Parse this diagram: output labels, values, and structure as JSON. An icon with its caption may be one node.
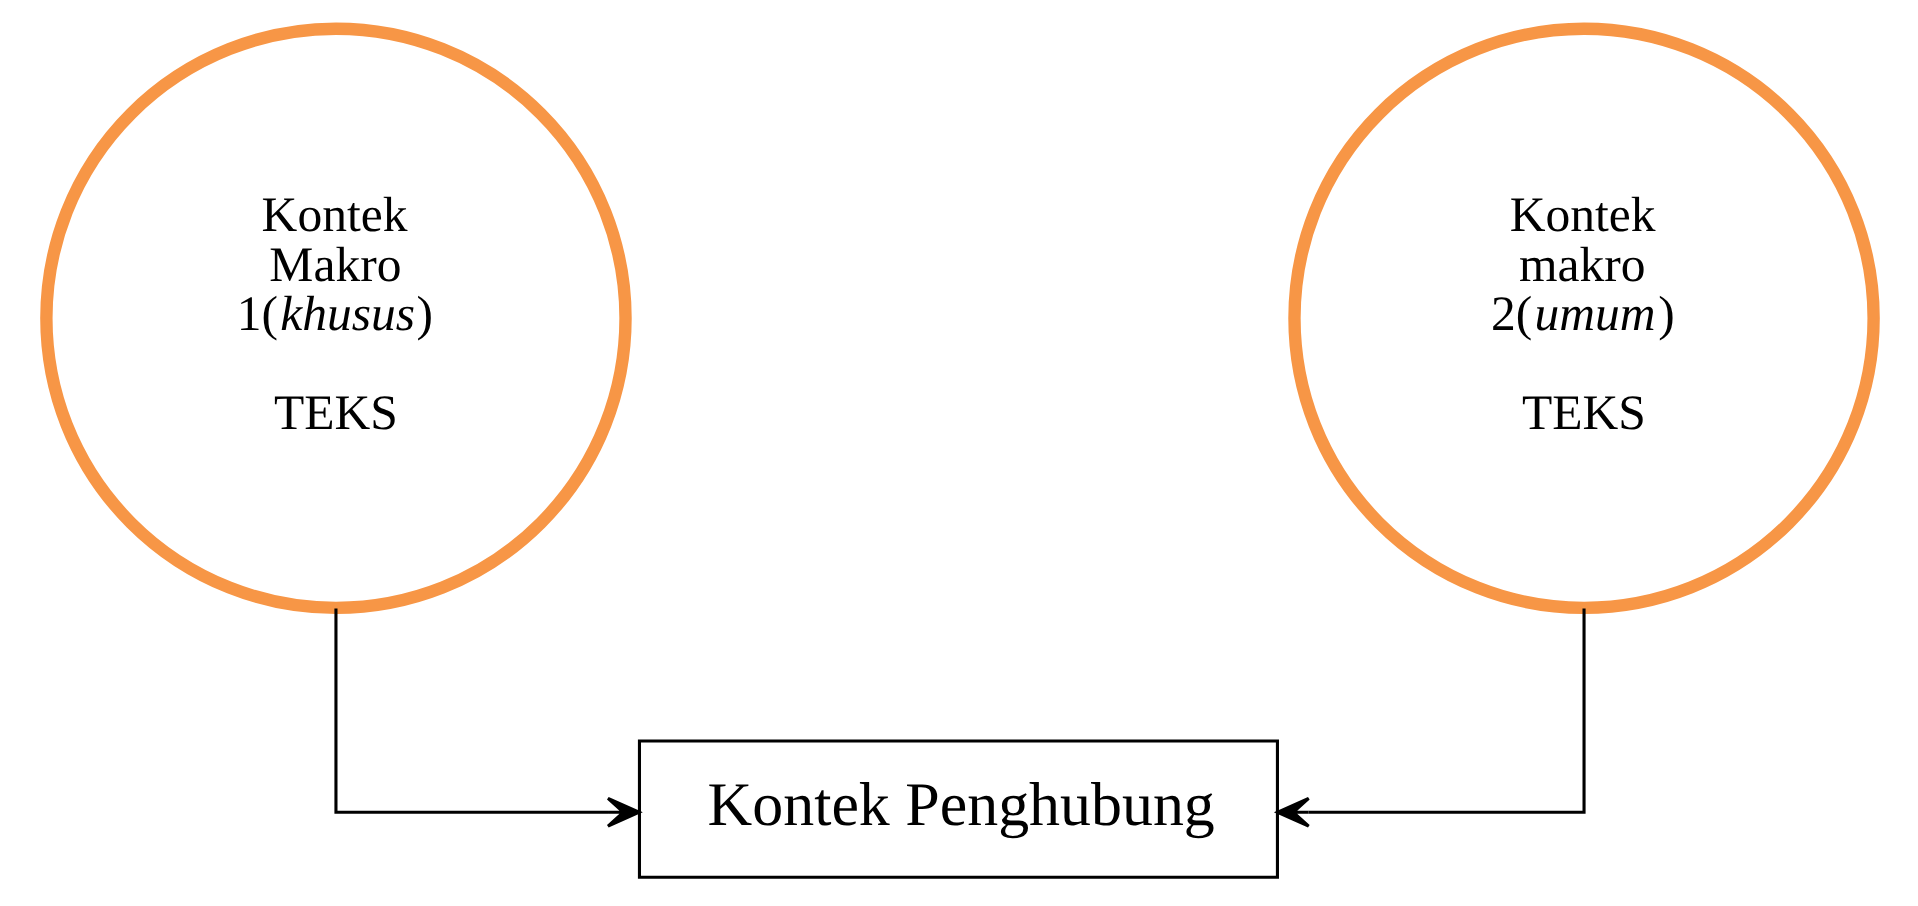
{
  "diagram": {
    "nodes": [
      {
        "text": [
          "Kontek Makro 1(*khusus*)",
          "TEKS"
        ]
      },
      {
        "text": [
          "Kontek makro 2(*umum*)",
          "TEKS"
        ]
      },
      {
        "text": [
          "Kontek Penghubung"
        ]
      }
    ],
    "edges": [
      {
        "from": 0,
        "to": 2,
        "arrow": "to"
      },
      {
        "from": 1,
        "to": 2,
        "arrow": "to"
      }
    ]
  }
}
